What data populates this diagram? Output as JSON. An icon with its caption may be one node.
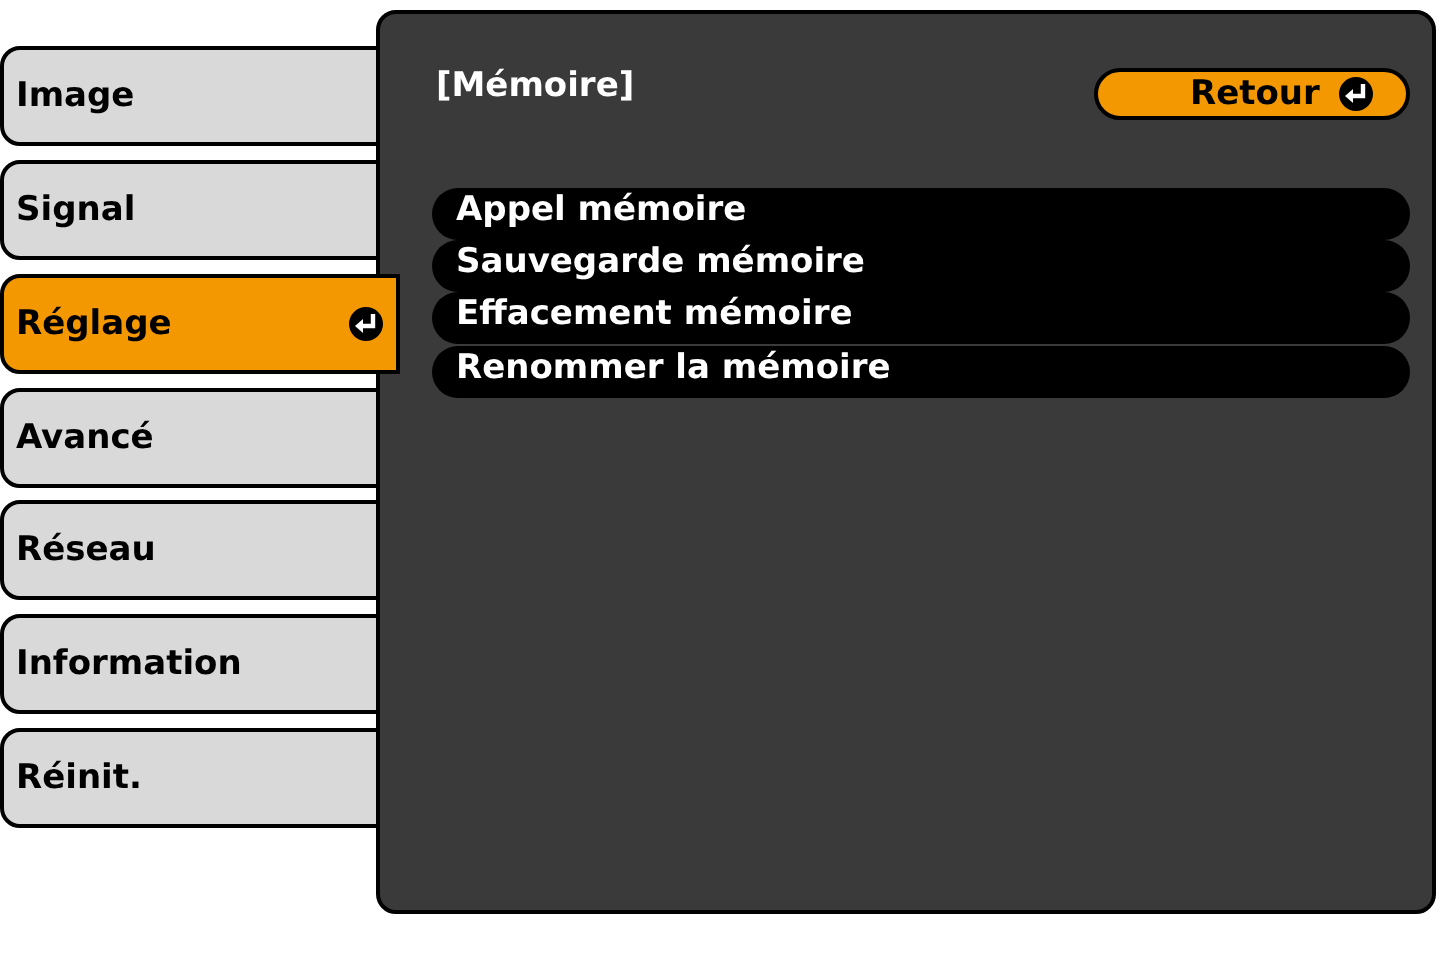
{
  "diagram": {
    "nodes": [
      {
        "text": [
          "[Mémoire]"
        ]
      },
      {
        "text": [
          "Image"
        ]
      },
      {
        "text": [
          "Signal"
        ]
      },
      {
        "text": [
          "Réglage"
        ]
      },
      {
        "text": [
          "Avancé"
        ]
      },
      {
        "text": [
          "Réseau"
        ]
      },
      {
        "text": [
          "Information"
        ]
      },
      {
        "text": [
          "Réinit."
        ]
      },
      {
        "text": [
          "Retour"
        ],
        "in": 0
      },
      {
        "text": [
          "Appel mémoire"
        ],
        "in": 0
      },
      {
        "text": [
          "Sauvegarde mémoire"
        ],
        "in": 0
      },
      {
        "text": [
          "Effacement mémoire"
        ],
        "in": 0
      },
      {
        "text": [
          "Renommer la mémoire"
        ],
        "in": 0
      }
    ],
    "edges": []
  }
}
